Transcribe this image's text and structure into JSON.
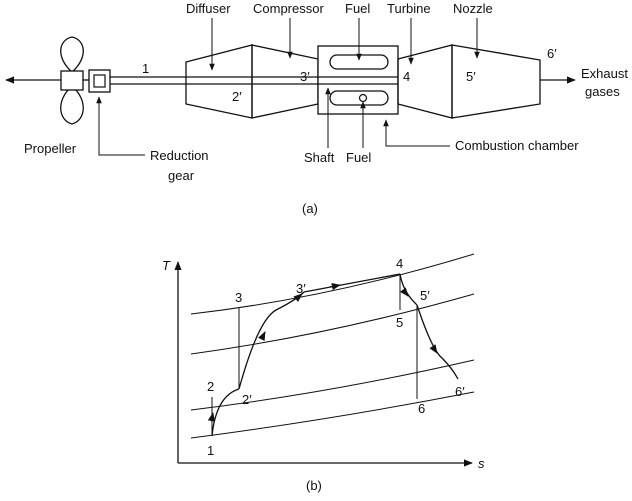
{
  "part_a": {
    "caption": "(a)",
    "components": {
      "diffuser": "Diffuser",
      "compressor": "Compressor",
      "fuel_top": "Fuel",
      "turbine": "Turbine",
      "nozzle": "Nozzle",
      "propeller": "Propeller",
      "reduction_gear_line1": "Reduction",
      "reduction_gear_line2": "gear",
      "shaft": "Shaft",
      "fuel_bottom": "Fuel",
      "combustion_chamber": "Combustion chamber",
      "exhaust_line1": "Exhaust",
      "exhaust_line2": "gases"
    },
    "states": {
      "s1": "1",
      "s2p": "2′",
      "s3p": "3′",
      "s4": "4",
      "s5p": "5′",
      "s6p": "6′"
    }
  },
  "part_b": {
    "caption": "(b)",
    "axis_y": "T",
    "axis_x": "s",
    "states": {
      "p1": "1",
      "p2": "2",
      "p2p": "2′",
      "p3": "3",
      "p3p": "3′",
      "p4": "4",
      "p5": "5",
      "p5p": "5′",
      "p6": "6",
      "p6p": "6′"
    }
  }
}
